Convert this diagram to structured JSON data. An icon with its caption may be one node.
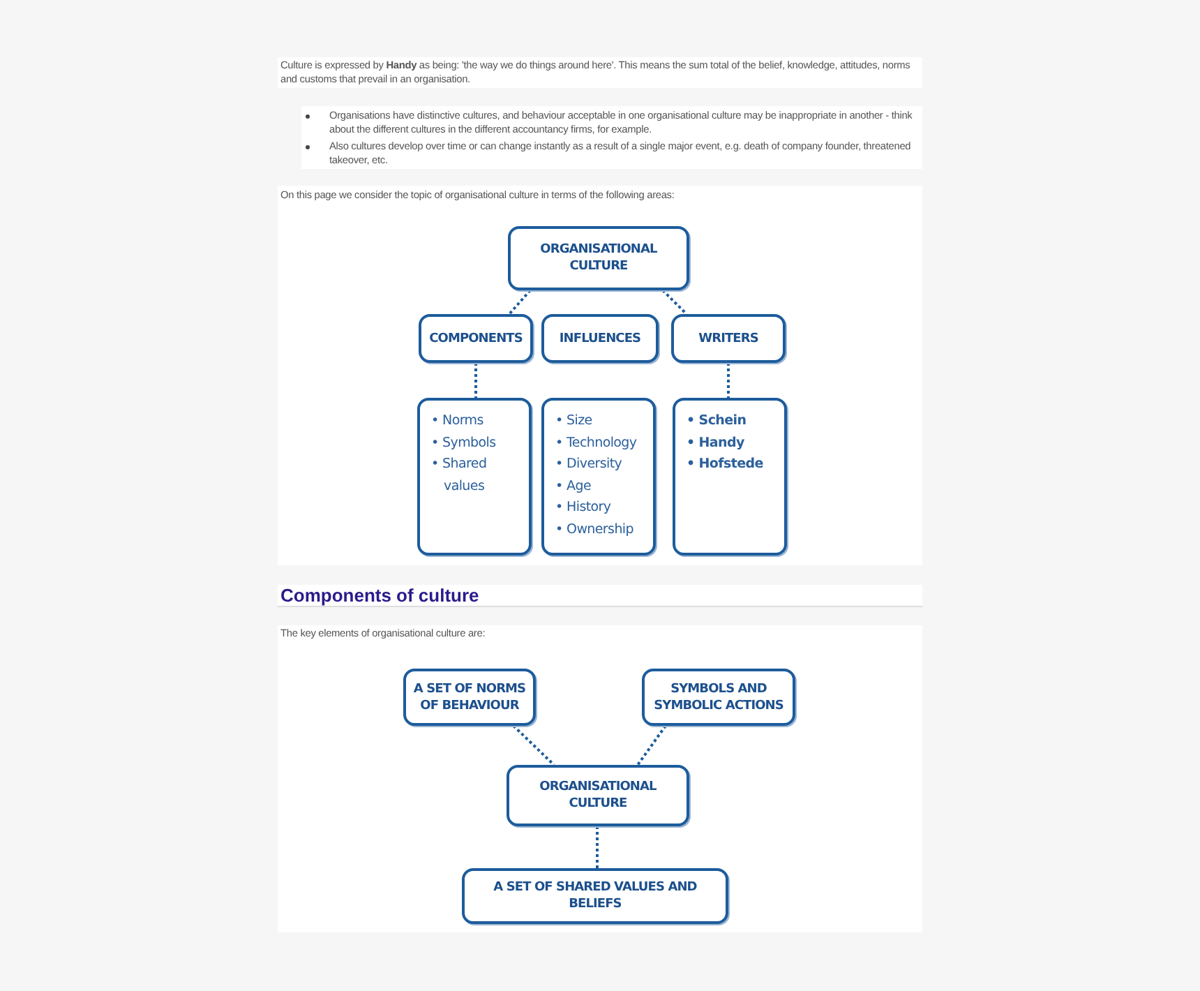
{
  "diagram": {
    "nodes": [
      {
        "text": [
          "ORGANISATIONAL CULTURE"
        ]
      },
      {
        "text": [
          "COMPONENTS"
        ]
      },
      {
        "text": [
          "INFLUENCES"
        ]
      },
      {
        "text": [
          "WRITERS"
        ]
      },
      {
        "text": [
          "• Norms",
          "• Symbols",
          "• Shared values"
        ]
      },
      {
        "text": [
          "• Size",
          "• Technology",
          "• Diversity",
          "• Age",
          "• History",
          "• Ownership"
        ]
      },
      {
        "text": [
          "• Schein",
          "• Handy",
          "• Hofstede"
        ]
      },
      {
        "text": [
          "A SET OF NORMS OF BEHAVIOUR"
        ]
      },
      {
        "text": [
          "SYMBOLS AND SYMBOLIC ACTIONS"
        ]
      },
      {
        "text": [
          "ORGANISATIONAL CULTURE"
        ]
      },
      {
        "text": [
          "A SET OF SHARED VALUES AND BELIEFS"
        ]
      }
    ],
    "edges": [
      {
        "from": 0,
        "to": 1,
        "arrow": "none"
      },
      {
        "from": 0,
        "to": 3,
        "arrow": "none"
      },
      {
        "from": 1,
        "to": 4,
        "arrow": "none"
      },
      {
        "from": 3,
        "to": 6,
        "arrow": "none"
      },
      {
        "from": 7,
        "to": 9,
        "arrow": "none"
      },
      {
        "from": 8,
        "to": 9,
        "arrow": "none"
      },
      {
        "from": 9,
        "to": 10,
        "arrow": "none"
      }
    ],
    "labels": [
      "Culture is expressed by **Handy** as being: 'the way we do things around here'. This means the sum total of the belief, knowledge, attitudes, norms and customs that prevail in an organisation.",
      "Organisations have distinctive cultures, and behaviour acceptable in one organisational culture may be inappropriate in another - think about the different cultures in the different accountancy firms, for example.",
      "Also cultures develop over time or can change instantly as a result of a single major event, e.g. death of company founder, threatened takeover, etc.",
      "On this page we consider the topic of organisational culture in terms of the following areas:",
      "Components of culture",
      "The key elements of organisational culture are:"
    ]
  }
}
